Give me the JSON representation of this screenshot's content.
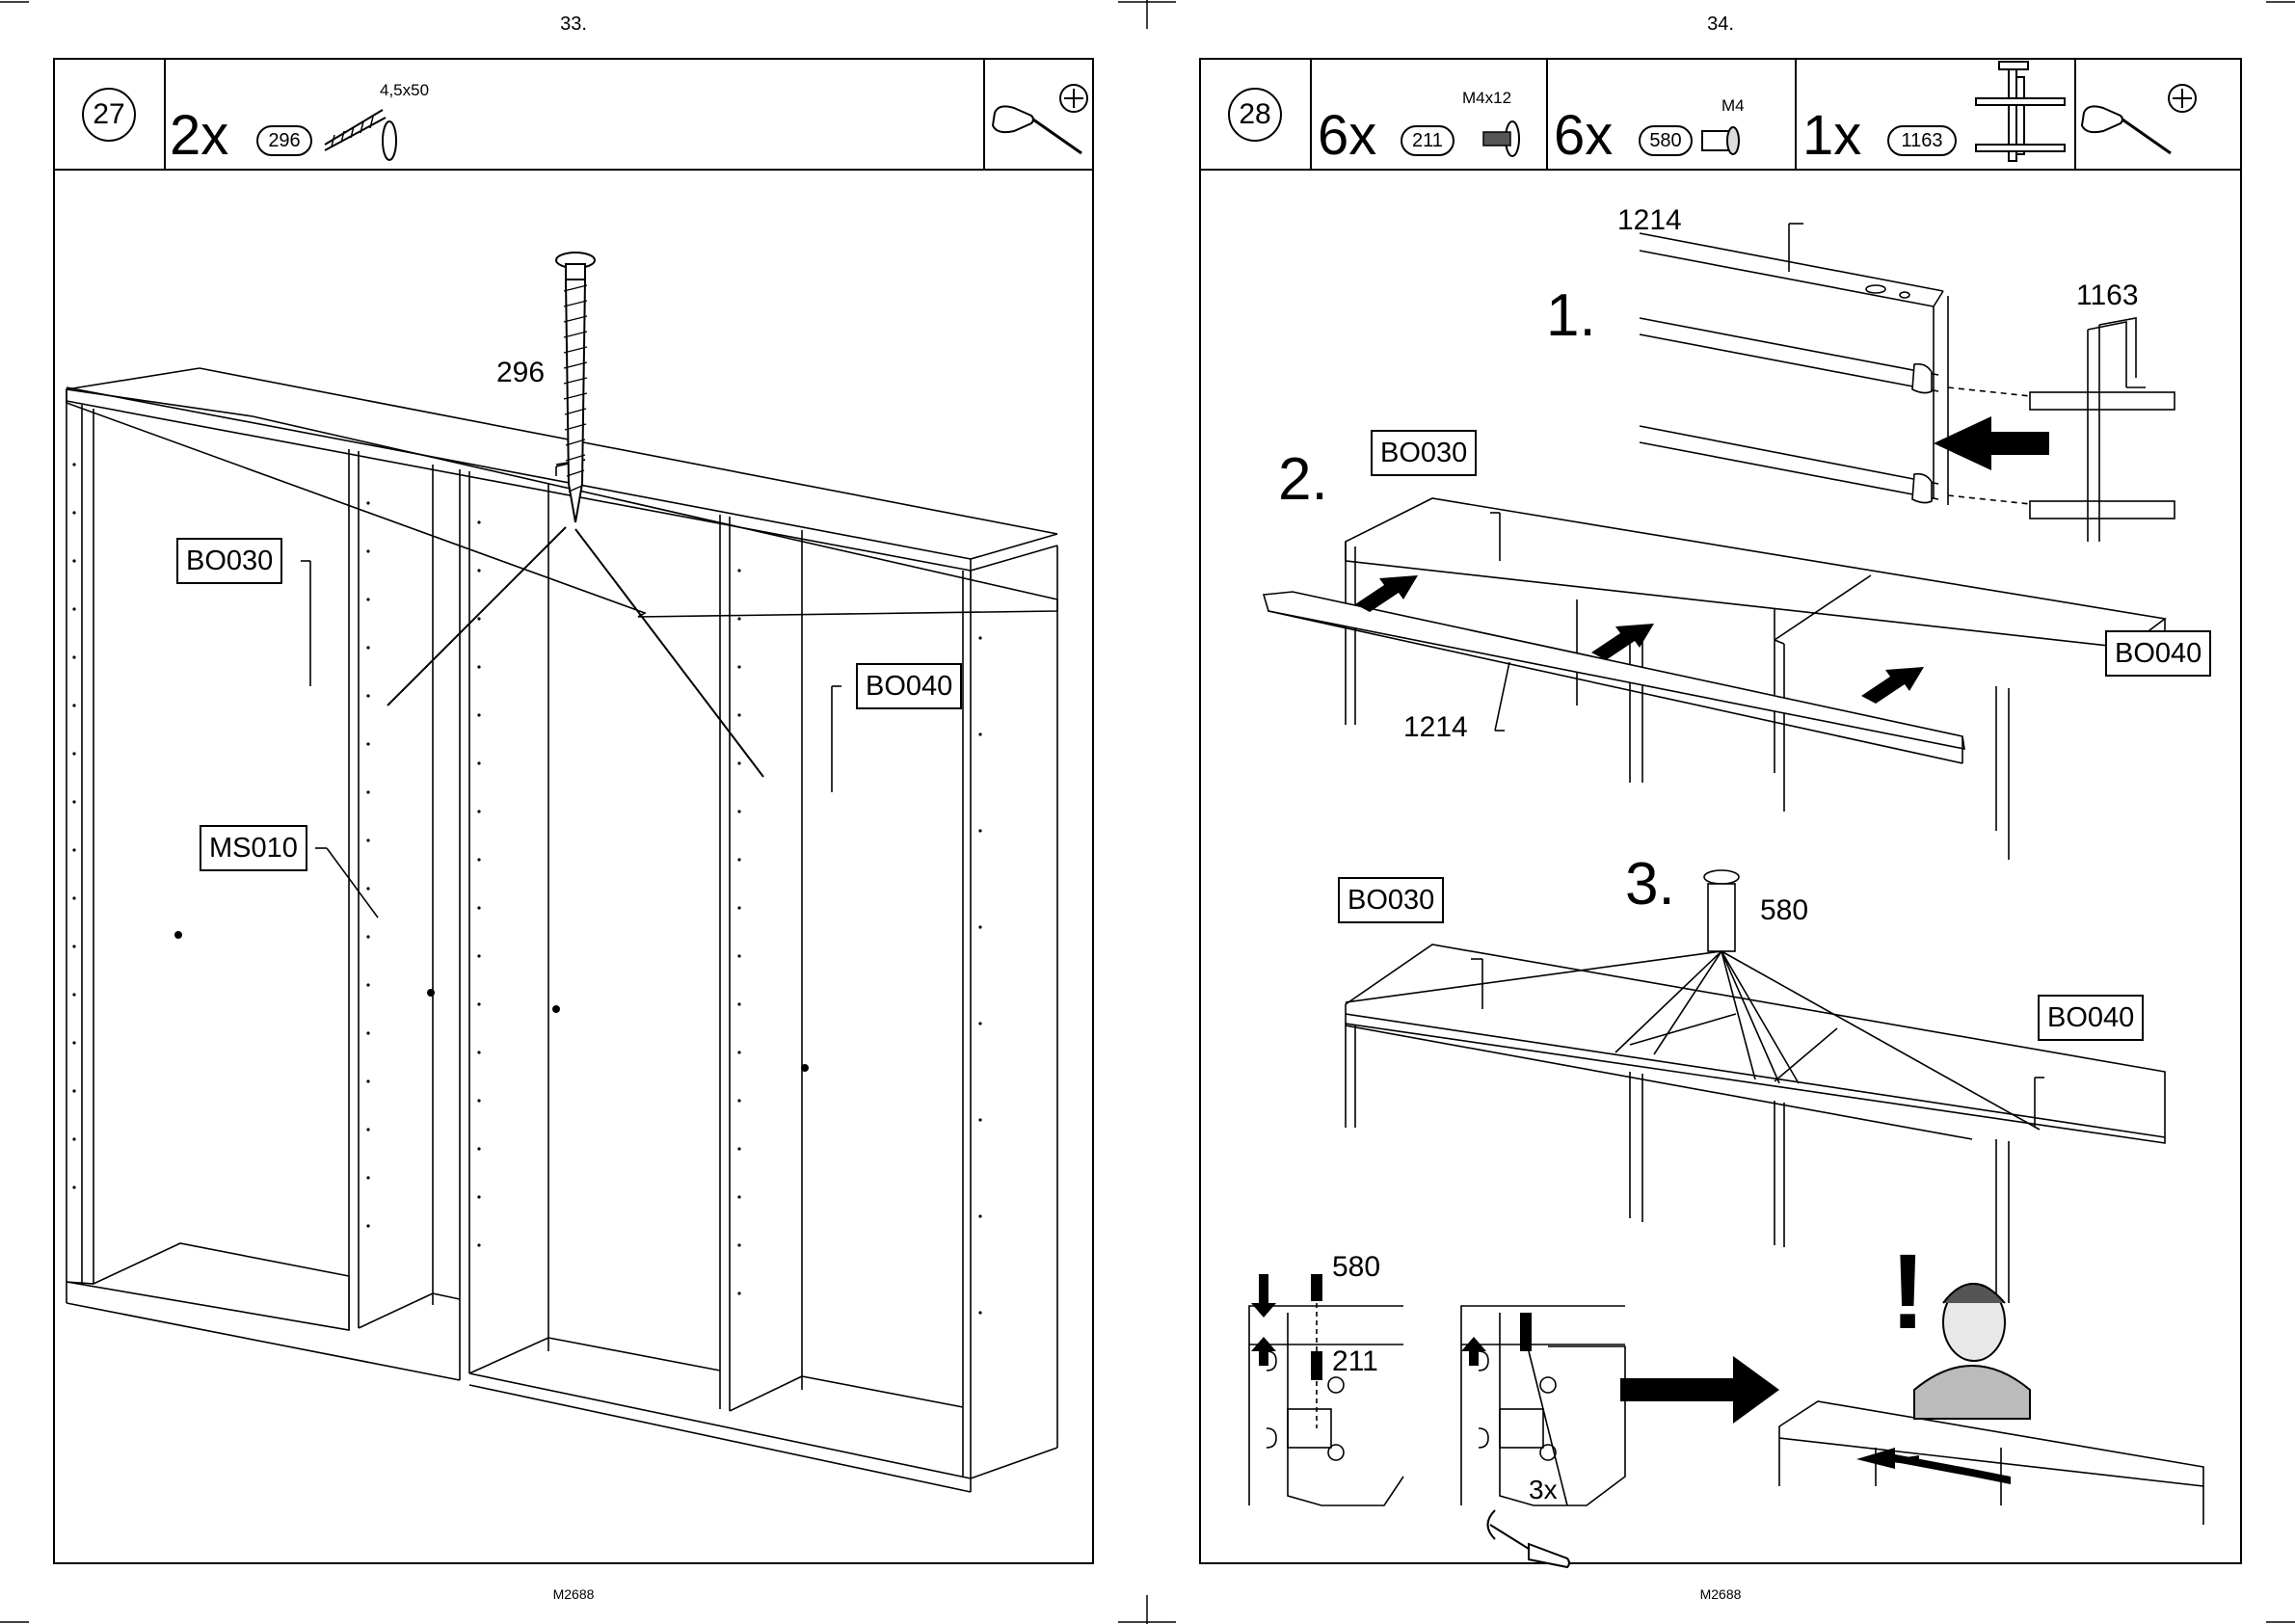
{
  "left_page": {
    "page_number": "33.",
    "footer_code": "M2688",
    "step": {
      "number": "27",
      "quantity": "2x",
      "part_id": "296",
      "screw_size": "4,5x50"
    },
    "labels": {
      "screw_callout": "296",
      "panel_top_left": "BO030",
      "panel_top_right": "BO040",
      "divider": "MS010"
    },
    "tool_icons": [
      "screwdriver-icon",
      "phillips-head-icon"
    ]
  },
  "right_page": {
    "page_number": "34.",
    "footer_code": "M2688",
    "step": {
      "number": "28",
      "parts": [
        {
          "quantity": "6x",
          "part_id": "211",
          "size": "M4x12"
        },
        {
          "quantity": "6x",
          "part_id": "580",
          "size": "M4"
        },
        {
          "quantity": "1x",
          "part_id": "1163",
          "size": ""
        }
      ]
    },
    "substeps": {
      "s1": "1.",
      "s2": "2.",
      "s3": "3."
    },
    "labels": {
      "rail_top": "1214",
      "connector": "1163",
      "s2_bo030": "BO030",
      "s2_bo040": "BO040",
      "s2_rail": "1214",
      "s3_bo030": "BO030",
      "s3_part": "580",
      "s3_bo040": "BO040",
      "detail_580": "580",
      "detail_211": "211",
      "detail_turns": "3x"
    },
    "warning_symbol": "!",
    "tool_icons": [
      "screwdriver-icon",
      "phillips-head-icon"
    ]
  }
}
